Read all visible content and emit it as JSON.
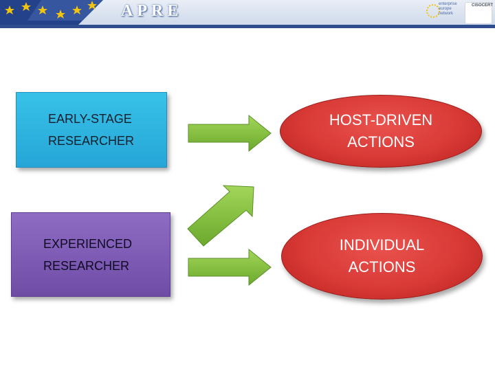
{
  "header": {
    "brand": "APRE",
    "partner_logo_1": "enterprise europe network",
    "partner_logo_2": "CISOCERT"
  },
  "diagram": {
    "boxes": [
      {
        "label": "EARLY-STAGE\nRESEARCHER",
        "color": "#2fb3df"
      },
      {
        "label": "EXPERIENCED\nRESEARCHER",
        "color": "#7e5cb4"
      }
    ],
    "targets": [
      {
        "label": "HOST-DRIVEN\nACTIONS",
        "color": "#d93a36"
      },
      {
        "label": "INDIVIDUAL\nACTIONS",
        "color": "#d93a36"
      }
    ],
    "arrow_color": "#7fbf3a",
    "arrows": [
      "early-stage-to-host-driven",
      "experienced-to-host-driven",
      "experienced-to-individual"
    ]
  }
}
